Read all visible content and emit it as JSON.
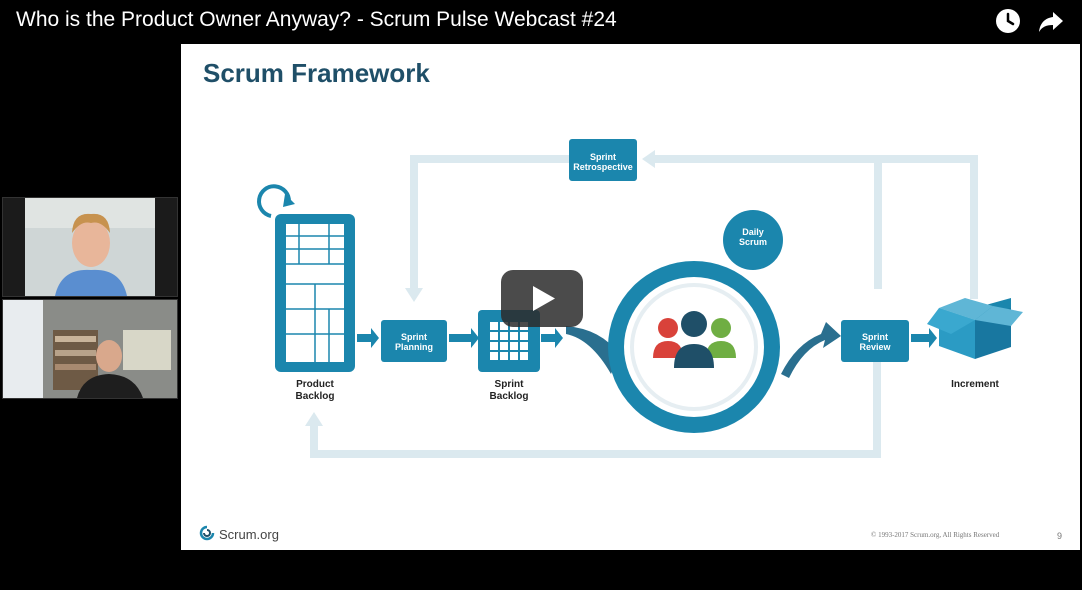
{
  "video": {
    "title": "Who is the Product Owner Anyway? - Scrum Pulse Webcast #24"
  },
  "icons": {
    "watch_later": "clock-icon",
    "share": "share-arrow-icon",
    "play": "play-icon"
  },
  "slide": {
    "title": "Scrum Framework",
    "labels": {
      "retro": [
        "Sprint",
        "Retrospective"
      ],
      "daily": [
        "Daily",
        "Scrum"
      ],
      "planning": [
        "Sprint",
        "Planning"
      ],
      "review": [
        "Sprint",
        "Review"
      ],
      "product_backlog": [
        "Product",
        "Backlog"
      ],
      "sprint_backlog": [
        "Sprint",
        "Backlog"
      ],
      "increment": "Increment"
    },
    "footer": {
      "logo": "Scrum.org",
      "copyright": "© 1993-2017 Scrum.org, All Rights Reserved",
      "page": "9"
    }
  },
  "colors": {
    "accent": "#1b86ad",
    "dark": "#1f4f68",
    "pale": "#dbe9ef"
  }
}
